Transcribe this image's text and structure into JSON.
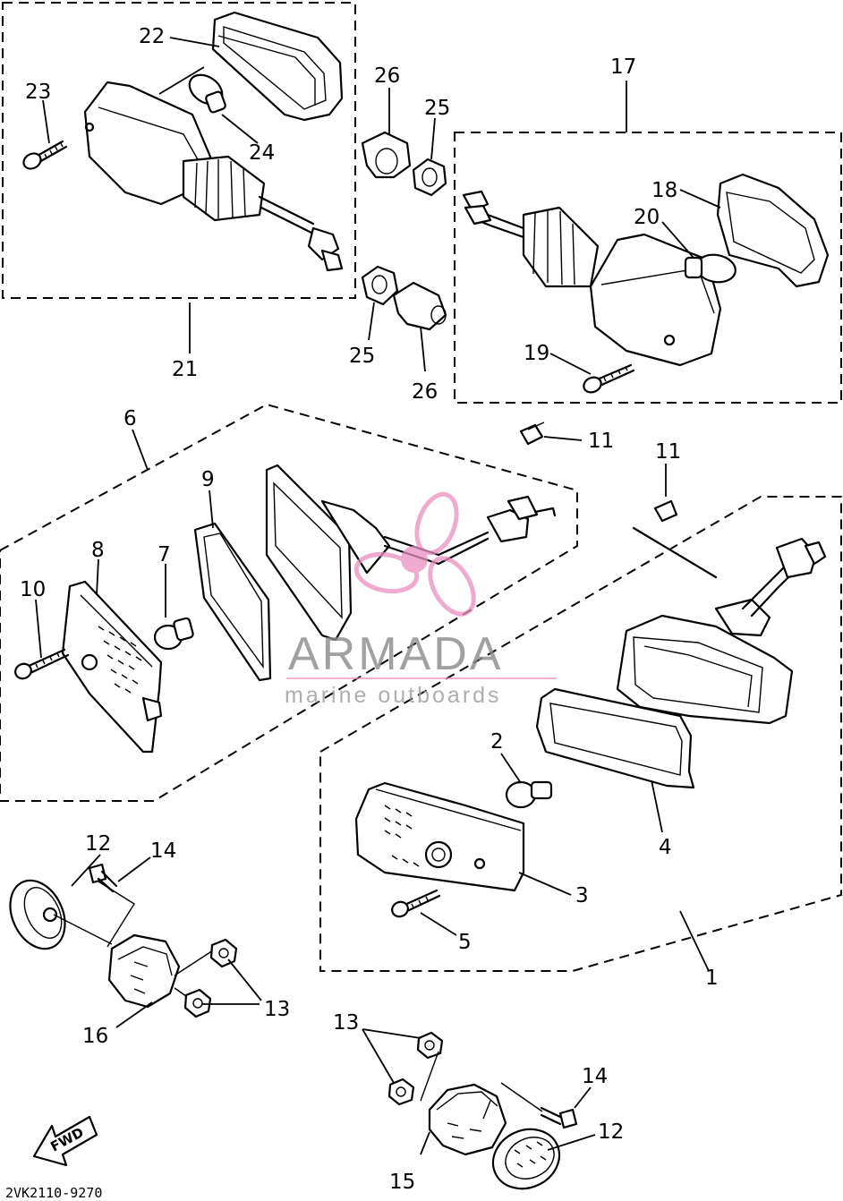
{
  "diagram": {
    "part_numbers": {
      "p1": "1",
      "p2": "2",
      "p3": "3",
      "p4": "4",
      "p5": "5",
      "p6": "6",
      "p7": "7",
      "p8": "8",
      "p9": "9",
      "p10": "10",
      "p11a": "11",
      "p11b": "11",
      "p12a": "12",
      "p12b": "12",
      "p13a": "13",
      "p13b": "13",
      "p14a": "14",
      "p14b": "14",
      "p15": "15",
      "p16": "16",
      "p17": "17",
      "p18": "18",
      "p19": "19",
      "p20": "20",
      "p21": "21",
      "p22": "22",
      "p23": "23",
      "p24": "24",
      "p25a": "25",
      "p25b": "25",
      "p26a": "26",
      "p26b": "26"
    },
    "fwd_label": "FWD",
    "drawing_code": "2VK2110-9270"
  },
  "watermark": {
    "brand": "ARMADA",
    "tagline": "marine outboards",
    "accent_color": "#e98fc0",
    "text_color": "#8a8a8a"
  }
}
